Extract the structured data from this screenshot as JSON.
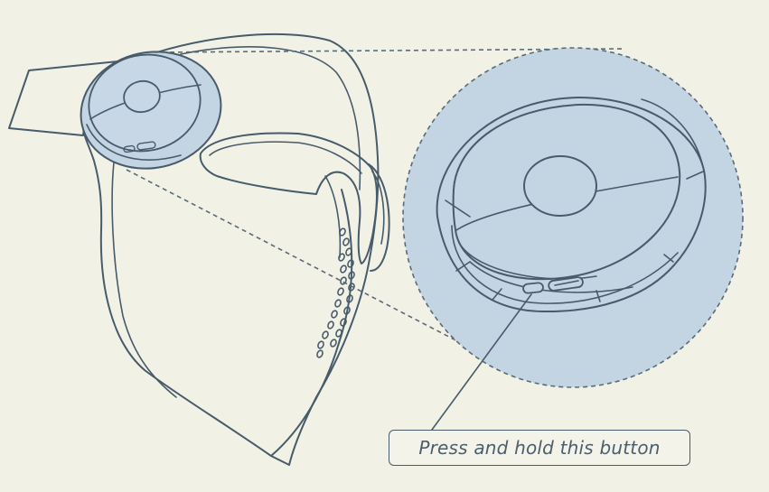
{
  "callout": {
    "text": "Press and hold this button"
  },
  "colors": {
    "background": "#f2f1e6",
    "line": "#475b6a",
    "highlight": "#c3d4e3"
  },
  "icons": {
    "mask": "face-mask-illustration",
    "filter": "filter-cap",
    "button": "power-button"
  }
}
